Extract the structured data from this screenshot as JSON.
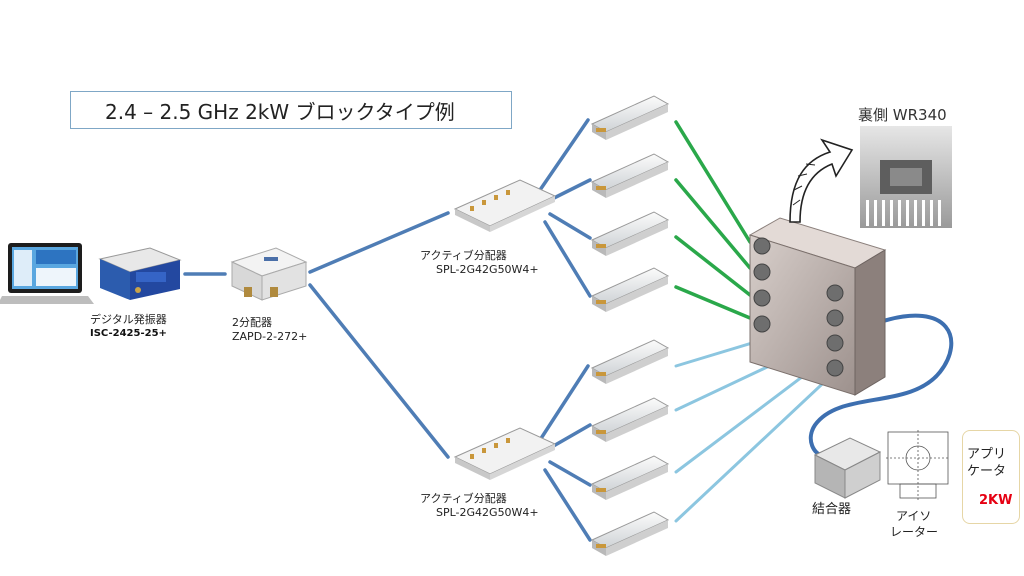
{
  "title": "2.4 – 2.5 GHz 2kW ブロックタイプ例",
  "back_label": "裏側 WR340",
  "oscillator": {
    "name": "デジタル発振器",
    "model": "ISC-2425-25+"
  },
  "splitter": {
    "name": "2分配器",
    "model": "ZAPD-2-272+"
  },
  "active_splitter_top": {
    "name": "アクティブ分配器",
    "model": "SPL-2G42G50W4+"
  },
  "active_splitter_bottom": {
    "name": "アクティブ分配器",
    "model": "SPL-2G42G50W4+"
  },
  "combiner_label": "結合器",
  "isolator_label": [
    "アイソ",
    "レーター"
  ],
  "applicator": {
    "label": [
      "アプリ",
      "ケータ"
    ],
    "power": "2KW"
  },
  "colors": {
    "blue_line": "#4f7db5",
    "green_line": "#2aa84a",
    "light_blue_line": "#8cc6e0"
  }
}
